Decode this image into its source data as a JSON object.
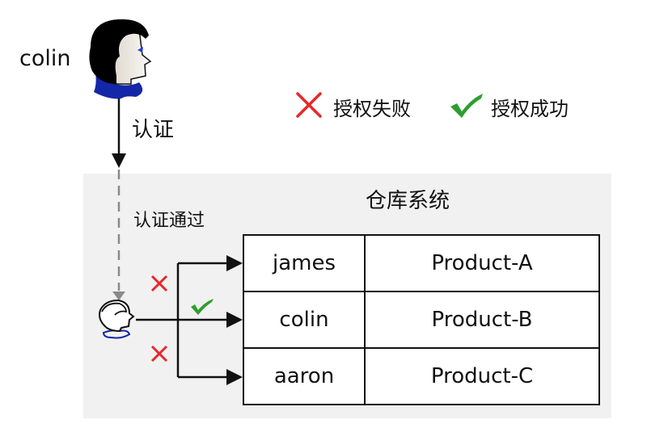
{
  "user": {
    "name": "colin",
    "icon": "person-head-icon"
  },
  "flow": {
    "auth_label": "认证",
    "auth_passed_label": "认证通过"
  },
  "legend": {
    "fail": {
      "icon": "red-cross-icon",
      "label": "授权失败",
      "color": "#e8262a"
    },
    "success": {
      "icon": "green-check-icon",
      "label": "授权成功",
      "color": "#2e9e2e"
    }
  },
  "system": {
    "title": "仓库系统",
    "rows": [
      {
        "user": "james",
        "product": "Product-A",
        "result": "fail"
      },
      {
        "user": "colin",
        "product": "Product-B",
        "result": "success"
      },
      {
        "user": "aaron",
        "product": "Product-C",
        "result": "fail"
      }
    ]
  },
  "colors": {
    "panel_bg": "#f1f1f1",
    "collar_blue": "#1327a8",
    "dashed_gray": "#8a8a8a"
  }
}
